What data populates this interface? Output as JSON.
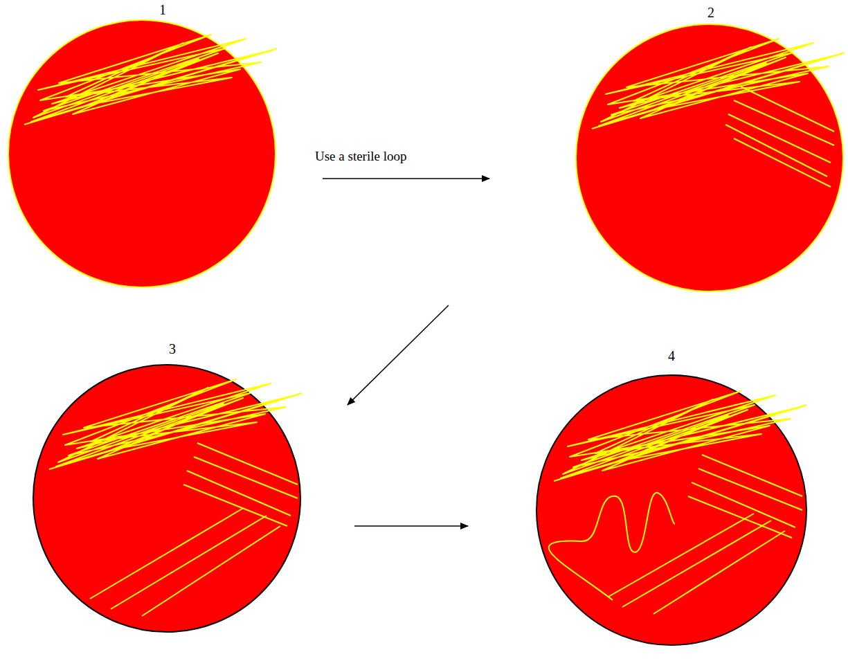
{
  "diagram": {
    "nodes": [
      {
        "text": [
          "1"
        ]
      },
      {
        "text": [
          "2"
        ]
      },
      {
        "text": [
          "3"
        ]
      },
      {
        "text": [
          "4"
        ]
      }
    ],
    "edges": [
      {
        "from": 0,
        "to": 1,
        "arrow": "to",
        "label": "Use a sterile loop"
      },
      {
        "from": 1,
        "to": 2,
        "arrow": "to"
      },
      {
        "from": 2,
        "to": 3,
        "arrow": "to"
      }
    ]
  }
}
